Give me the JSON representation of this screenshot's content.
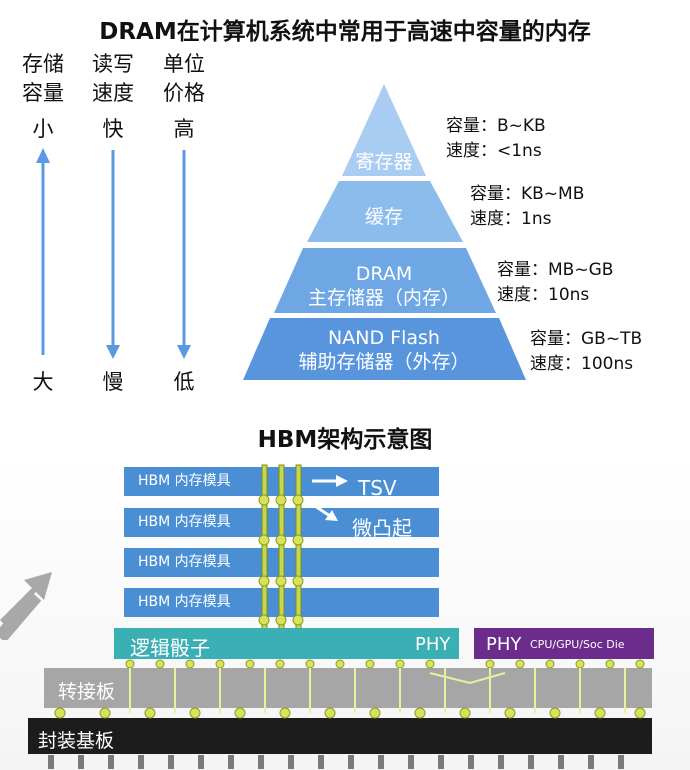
{
  "pyramid": {
    "title": "DRAM在计算机系统中常用于高速中容量的内存",
    "metrics": [
      {
        "header": [
          "存储",
          "容量"
        ],
        "top": "小",
        "bottom": "大",
        "direction": "up"
      },
      {
        "header": [
          "读写",
          "速度"
        ],
        "top": "快",
        "bottom": "慢",
        "direction": "down"
      },
      {
        "header": [
          "单位",
          "价格"
        ],
        "top": "高",
        "bottom": "低",
        "direction": "down"
      }
    ],
    "levels": [
      {
        "lines": [
          "寄存器"
        ],
        "capacity": "容量：B~KB",
        "speed": "速度：<1ns"
      },
      {
        "lines": [
          "缓存"
        ],
        "capacity": "容量：KB~MB",
        "speed": "速度：1ns"
      },
      {
        "lines": [
          "DRAM",
          "主存储器（内存）"
        ],
        "capacity": "容量：MB~GB",
        "speed": "速度：10ns"
      },
      {
        "lines": [
          "NAND Flash",
          "辅助存储器（外存）"
        ],
        "capacity": "容量：GB~TB",
        "speed": "速度：100ns"
      }
    ],
    "colors": {
      "level1": "#a9cdf2",
      "level2": "#8bbcec",
      "level3": "#6ea7e4",
      "level4": "#5895dc",
      "arrow": "#5b9ae2"
    }
  },
  "hbm": {
    "title": "HBM架构示意图",
    "modules": [
      "HBM 内存模具",
      "HBM 内存模具",
      "HBM 内存模具",
      "HBM 内存模具"
    ],
    "tsv_label": "TSV",
    "bump_label": "微凸起",
    "logic_die": "逻辑骰子",
    "phy_left": "PHY",
    "phy_right": "PHY",
    "processor": "CPU/GPU/Soc Die",
    "interposer": "转接板",
    "substrate": "封装基板",
    "colors": {
      "module": "#4a8fd4",
      "logic": "#3bb0b4",
      "processor": "#6b2c8c",
      "interposer": "#a6a6a6",
      "substrate": "#1c1c1c",
      "bump": "#c6d84a"
    }
  }
}
